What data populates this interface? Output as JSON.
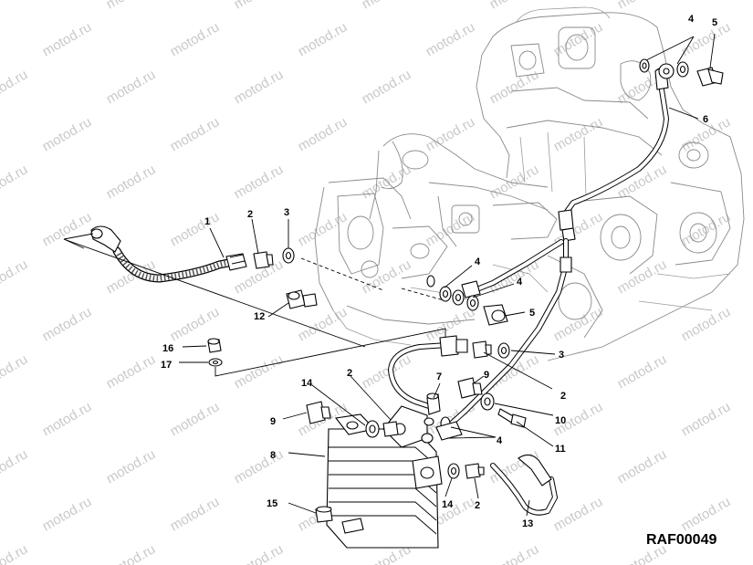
{
  "watermark_text": "motod.ru",
  "drawing_code": "RAF00049",
  "callouts": {
    "c1": "1",
    "c2a": "2",
    "c2b": "2",
    "c2c": "2",
    "c2d": "2",
    "c3a": "3",
    "c3b": "3",
    "c4a": "4",
    "c4b": "4",
    "c4c": "4",
    "c4d": "4",
    "c5a": "5",
    "c5b": "5",
    "c6": "6",
    "c7": "7",
    "c8": "8",
    "c9a": "9",
    "c9b": "9",
    "c10": "10",
    "c11": "11",
    "c12": "12",
    "c13": "13",
    "c14a": "14",
    "c14b": "14",
    "c15": "15",
    "c16": "16",
    "c17": "17"
  }
}
